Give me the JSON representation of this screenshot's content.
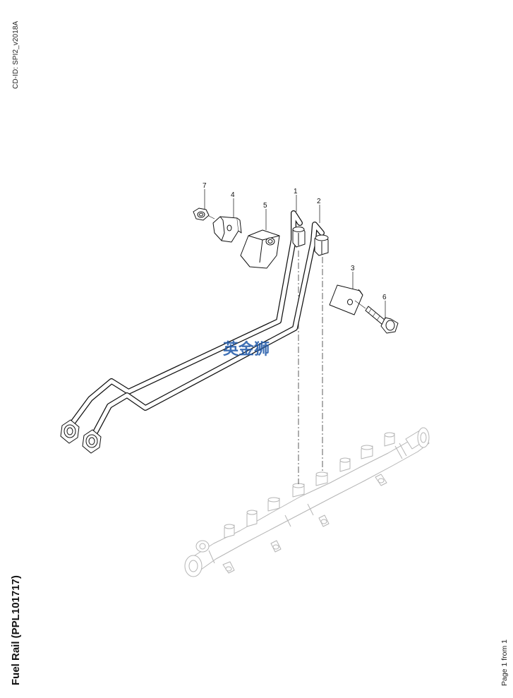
{
  "document": {
    "cd_id": "CD-ID: SPI2_v2018A",
    "title": "Fuel Rail (PPL101717)",
    "page_label": "Page 1 from 1"
  },
  "watermark": {
    "text": "英金狮",
    "color": "#1d57a8"
  },
  "callouts": [
    "1",
    "2",
    "3",
    "4",
    "5",
    "6",
    "7"
  ]
}
